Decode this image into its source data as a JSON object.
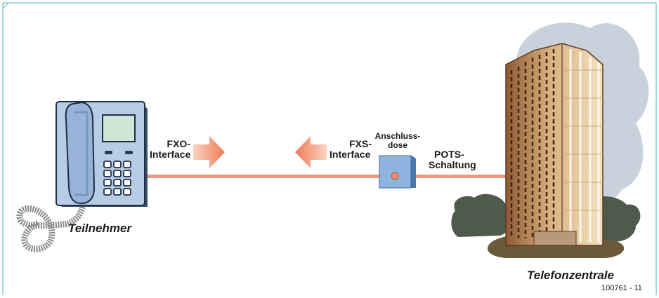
{
  "colors": {
    "frame": "#7ccfd9",
    "line": "#e89a82",
    "arrow": "#f08c6c",
    "phone_body": "#b7cde6",
    "phone_dark": "#1f2d44",
    "jack": "#7ea7d8",
    "cloud": "#c9d2dc",
    "building": "#c79a6a"
  },
  "labels": {
    "fxo_line1": "FXO-",
    "fxo_line2": "Interface",
    "fxs_line1": "FXS-",
    "fxs_line2": "Interface",
    "jack_line1": "Anschluss-",
    "jack_line2": "dose",
    "pots_line1": "POTS-",
    "pots_line2": "Schaltung",
    "subscriber": "Teilnehmer",
    "exchange": "Telefonzentrale",
    "figure_id": "100761 - 11"
  },
  "icons": {
    "phone": "desk-telephone-icon",
    "building": "office-tower-icon",
    "jack": "wall-socket-icon",
    "arrow_right": "arrow-right-icon",
    "arrow_left": "arrow-left-icon"
  }
}
